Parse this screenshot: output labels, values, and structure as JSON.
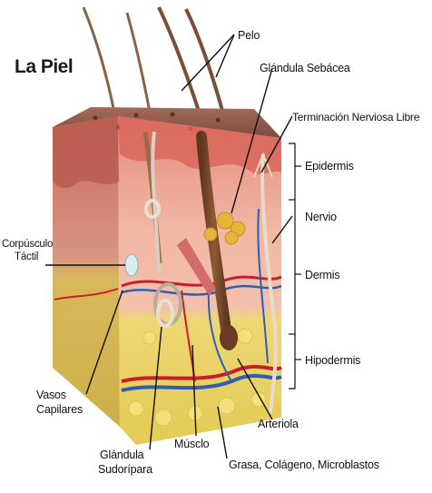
{
  "diagram": {
    "title": "La Piel",
    "labels": {
      "pelo": "Pelo",
      "glandula_sebacea": "Glándula Sebácea",
      "terminacion_nerviosa": "Terminación Nerviosa Libre",
      "epidermis": "Epidermis",
      "nervio": "Nervio",
      "corpusculo_line1": "Corpúsculo",
      "corpusculo_line2": "Táctil",
      "dermis": "Dermis",
      "hipodermis": "Hipodermis",
      "vasos_line1": "Vasos",
      "vasos_line2": "Capilares",
      "arteriola": "Arteriola",
      "musculo": "Músclo",
      "glandula_sud_line1": "Glándula",
      "glandula_sud_line2": "Sudorípara",
      "grasa": "Grasa, Colágeno, Microblastos"
    },
    "colors": {
      "epidermis_top": "#8d5a4b",
      "epidermis": "#d97b6f",
      "dermis": "#f0b8a6",
      "hypodermis": "#e9d56a",
      "artery": "#c8202a",
      "vein": "#2f5fb0",
      "hair": "#7a4a2a",
      "nerve": "#e8d8c0"
    }
  }
}
